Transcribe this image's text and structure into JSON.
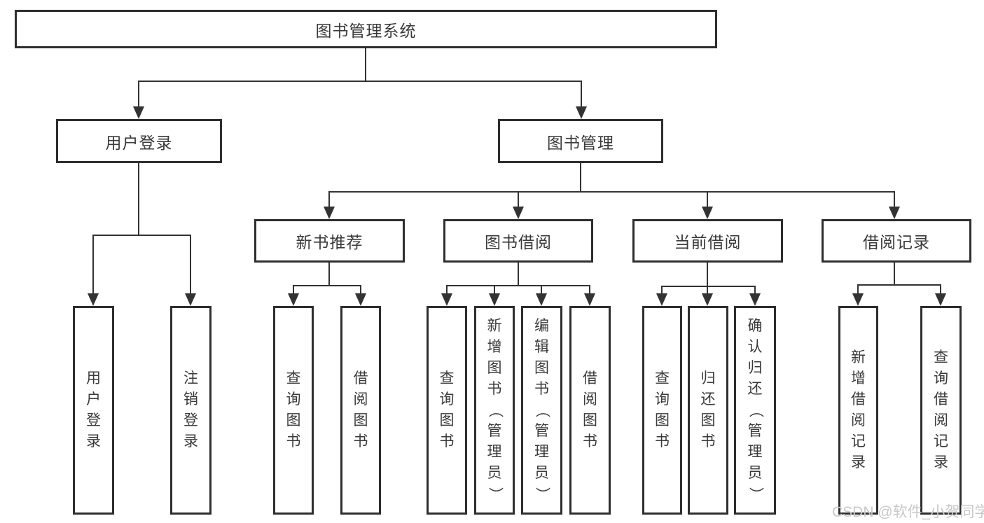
{
  "tree": {
    "root": {
      "label": "图书管理系统"
    },
    "branches": [
      {
        "label": "用户登录",
        "children": [
          {
            "label": "用户登录"
          },
          {
            "label": "注销登录"
          }
        ]
      },
      {
        "label": "图书管理",
        "children": [
          {
            "label": "新书推荐",
            "children": [
              {
                "label": "查询图书"
              },
              {
                "label": "借阅图书"
              }
            ]
          },
          {
            "label": "图书借阅",
            "children": [
              {
                "label": "查询图书"
              },
              {
                "label": "新增图书（管理员）"
              },
              {
                "label": "编辑图书（管理员）"
              },
              {
                "label": "借阅图书"
              }
            ]
          },
          {
            "label": "当前借阅",
            "children": [
              {
                "label": "查询图书"
              },
              {
                "label": "归还图书"
              },
              {
                "label": "确认归还（管理员）"
              }
            ]
          },
          {
            "label": "借阅记录",
            "children": [
              {
                "label": "新增借阅记录"
              },
              {
                "label": "查询借阅记录"
              }
            ]
          }
        ]
      }
    ]
  },
  "watermark": {
    "text": "CSDN @软件_小贺同学",
    "color": "#c8c8c8"
  },
  "colors": {
    "line": "#333333",
    "box_border": "#2e2e2e",
    "box_bg": "#ffffff",
    "text": "#3a3a3a",
    "background": "#ffffff"
  }
}
